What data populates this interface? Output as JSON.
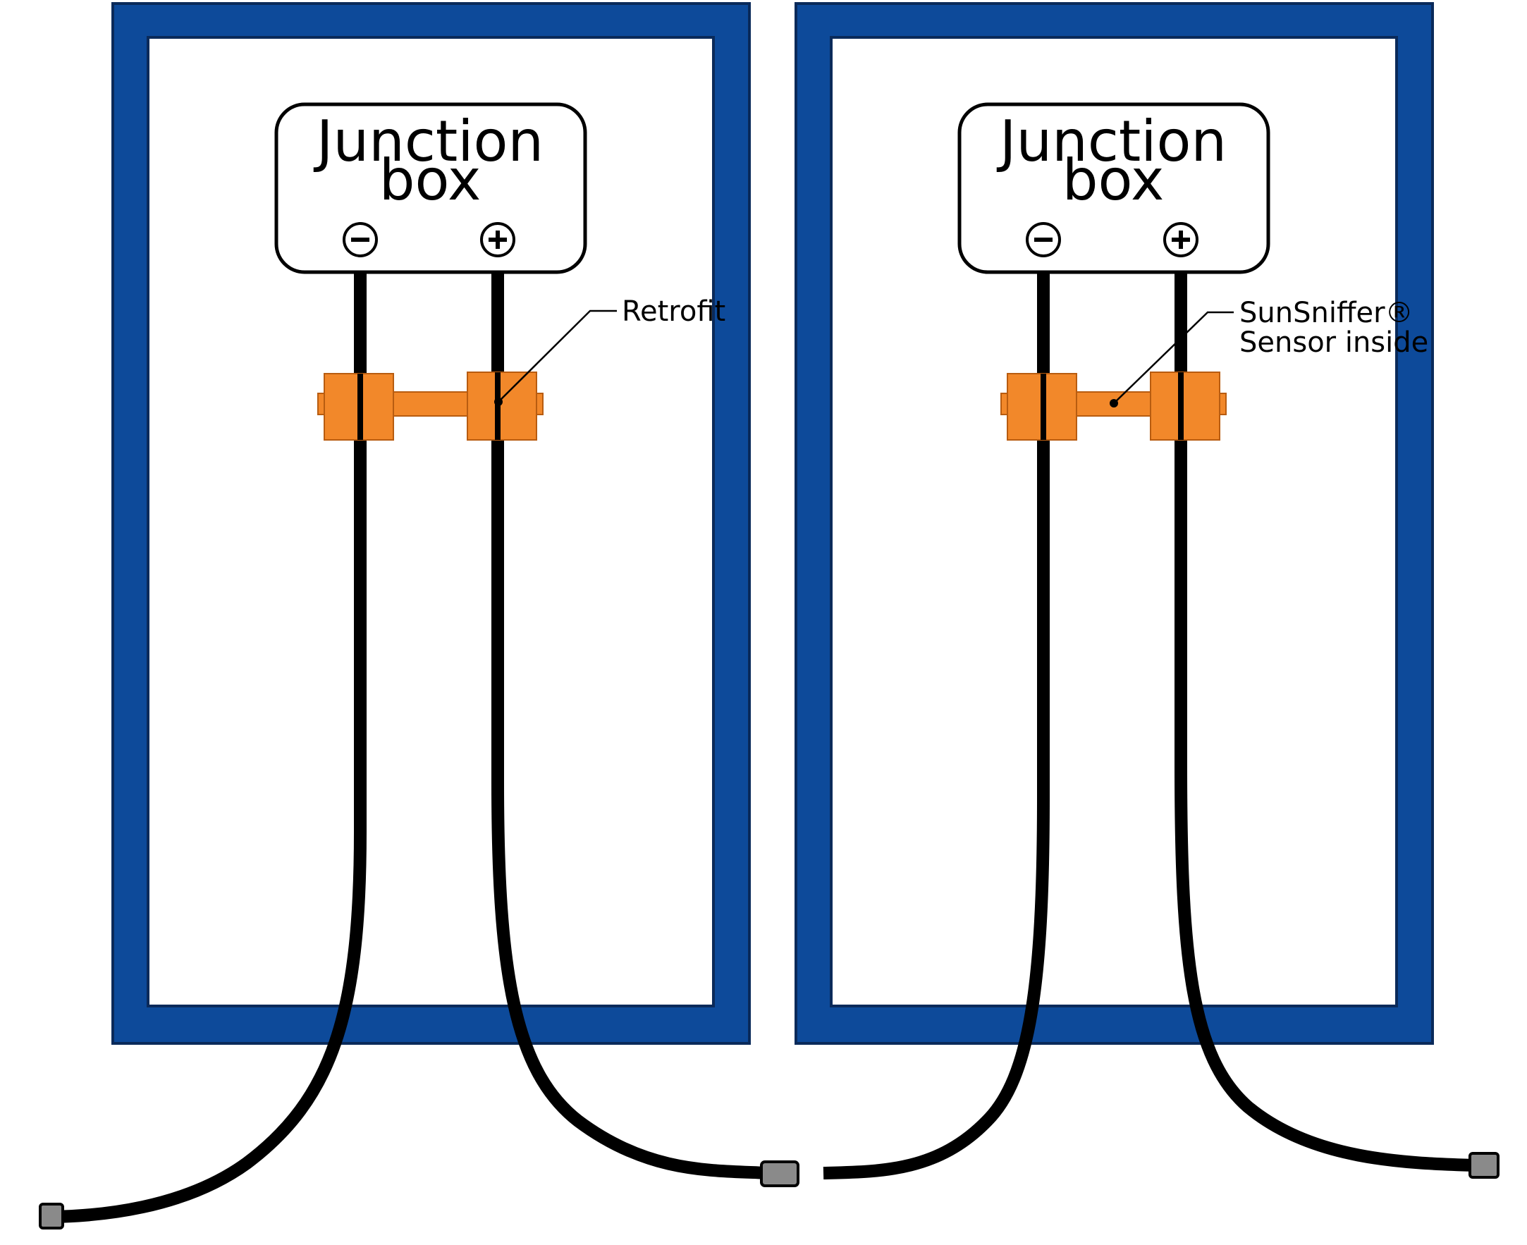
{
  "colors": {
    "frame": "#0d4a9a",
    "frame_outline": "#0a2a5a",
    "sensor": "#f2882a",
    "sensor_outline": "#b85c10",
    "cable": "#000000",
    "connector": "#8a8a8a"
  },
  "panels": [
    {
      "junction_box": {
        "title_line1": "Junction",
        "title_line2": "box",
        "negative_symbol": "−",
        "positive_symbol": "+"
      },
      "callout": {
        "lines": [
          "Retrofit"
        ]
      }
    },
    {
      "junction_box": {
        "title_line1": "Junction",
        "title_line2": "box",
        "negative_symbol": "−",
        "positive_symbol": "+"
      },
      "callout": {
        "lines": [
          "SunSniffer®",
          "Sensor inside"
        ]
      }
    }
  ],
  "icons": {
    "connector": "cable-connector-icon",
    "terminal_negative": "minus-circle-icon",
    "terminal_positive": "plus-circle-icon"
  }
}
